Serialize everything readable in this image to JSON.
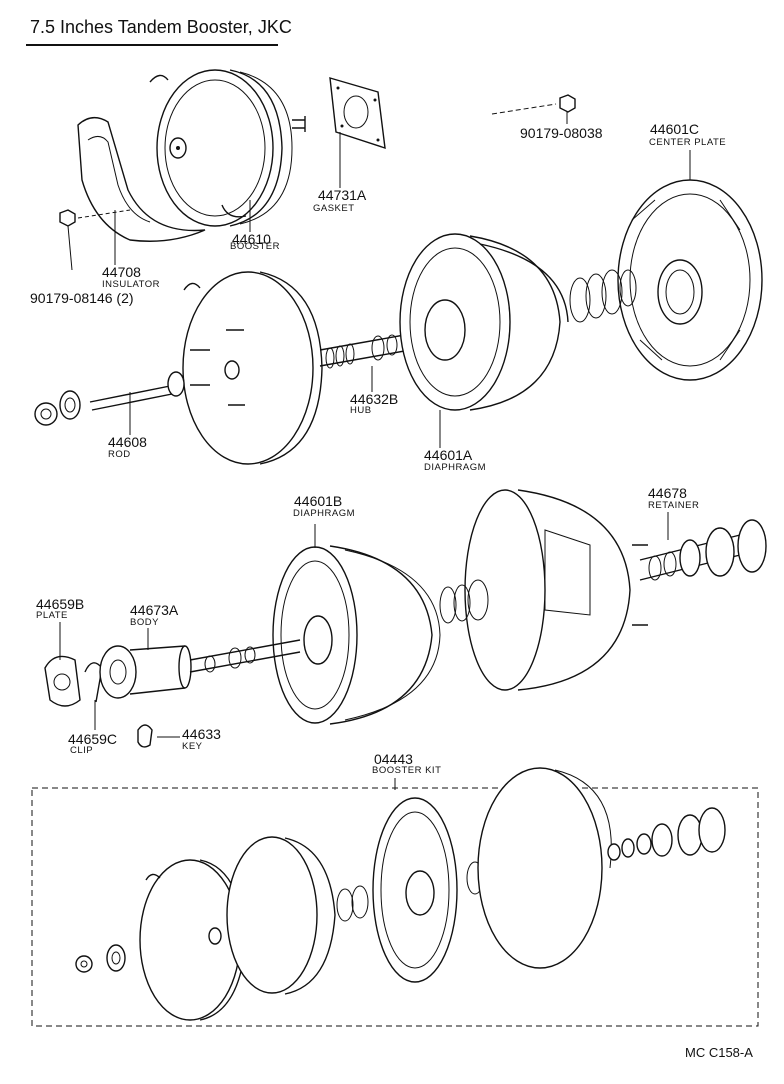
{
  "title": "7.5 Inches Tandem Booster, JKC",
  "figure_ref": "MC  C158-A",
  "parts": {
    "gasket": {
      "number": "44731A",
      "name": "GASKET"
    },
    "nut_top": {
      "number": "90179-08038",
      "name": ""
    },
    "center_plate": {
      "number": "44601C",
      "name": "CENTER PLATE"
    },
    "booster": {
      "number": "44610",
      "name": "BOOSTER"
    },
    "insulator": {
      "number": "44708",
      "name": "INSULATOR"
    },
    "nut_insulator": {
      "number": "90179-08146 (2)",
      "name": ""
    },
    "hub": {
      "number": "44632B",
      "name": "HUB"
    },
    "rod": {
      "number": "44608",
      "name": "ROD"
    },
    "diaphragm_a": {
      "number": "44601A",
      "name": "DIAPHRAGM"
    },
    "diaphragm_b": {
      "number": "44601B",
      "name": "DIAPHRAGM"
    },
    "retainer": {
      "number": "44678",
      "name": "RETAINER"
    },
    "plate": {
      "number": "44659B",
      "name": "PLATE"
    },
    "body": {
      "number": "44673A",
      "name": "BODY"
    },
    "clip": {
      "number": "44659C",
      "name": "CLIP"
    },
    "key": {
      "number": "44633",
      "name": "KEY"
    },
    "booster_kit": {
      "number": "04443",
      "name": "BOOSTER KIT"
    }
  }
}
